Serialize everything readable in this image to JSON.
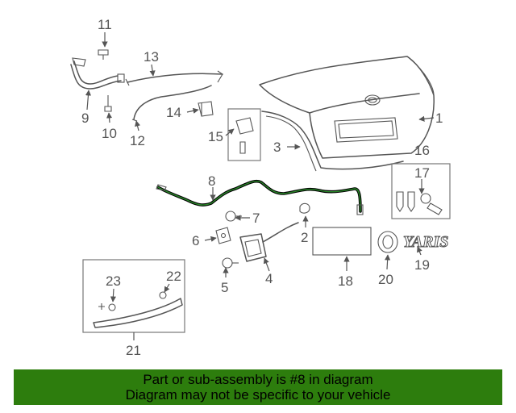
{
  "diagram": {
    "callouts": {
      "c1": "1",
      "c2": "2",
      "c3": "3",
      "c4": "4",
      "c5": "5",
      "c6": "6",
      "c7": "7",
      "c8": "8",
      "c9": "9",
      "c10": "10",
      "c11": "11",
      "c12": "12",
      "c13": "13",
      "c14": "14",
      "c15": "15",
      "c16": "16",
      "c17": "17",
      "c18": "18",
      "c19": "19",
      "c20": "20",
      "c21": "21",
      "c22": "22",
      "c23": "23"
    },
    "highlighted_part": "8",
    "emblem_text": "YARIS"
  },
  "banner": {
    "line1": "Part or sub-assembly is #8 in diagram",
    "line2": "Diagram may not be specific to your vehicle",
    "background": "#2d7d0d"
  }
}
